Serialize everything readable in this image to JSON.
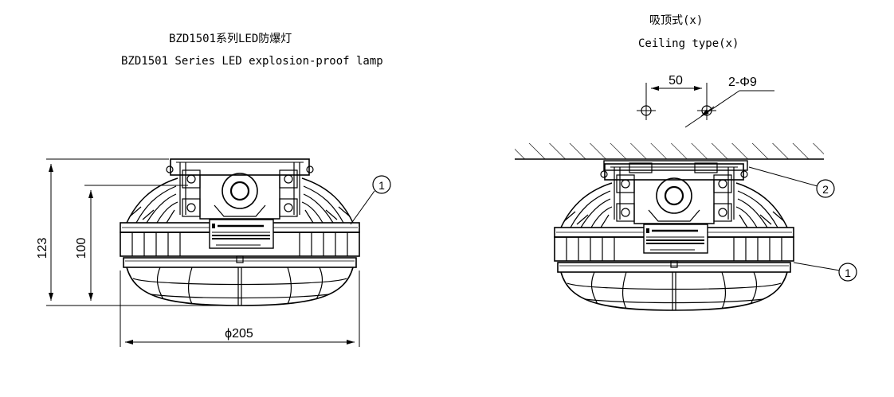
{
  "left_view": {
    "title_cn": "BZD1501系列LED防爆灯",
    "title_en": "BZD1501 Series LED explosion-proof lamp",
    "dim_height_total": "123",
    "dim_height_body": "100",
    "dim_diameter": "ϕ205",
    "callout_1": "1"
  },
  "right_view": {
    "title_cn": "吸顶式(x)",
    "title_en": "Ceiling type(x)",
    "dim_hole_spacing": "50",
    "dim_holes": "2-Φ9",
    "callout_1": "1",
    "callout_2": "2"
  }
}
